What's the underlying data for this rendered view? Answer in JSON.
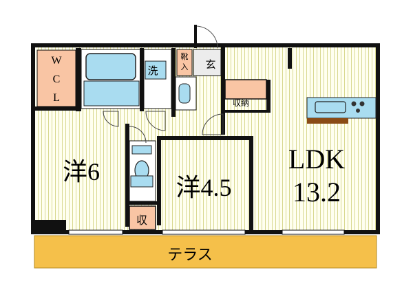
{
  "rooms": {
    "wcl_w": "W",
    "wcl_c": "C",
    "wcl_l": "L",
    "western1": "洋6",
    "western2": "洋4.5",
    "ldk_name": "LDK",
    "ldk_size": "13.2",
    "washroom": "洗",
    "shoe_box_1": "靴",
    "shoe_box_2": "入",
    "entrance": "玄",
    "storage": "収納",
    "closet": "収",
    "terrace": "テラス"
  },
  "colors": {
    "wall": "#111111",
    "floor_stripe": "#e8e8a8",
    "floor_bg": "#fffff0",
    "terrace": "#f5c04a",
    "wcl_fill": "#f9c5a4",
    "bath": "#a9dcf0",
    "kitchen_counter": "#8a4b16"
  }
}
